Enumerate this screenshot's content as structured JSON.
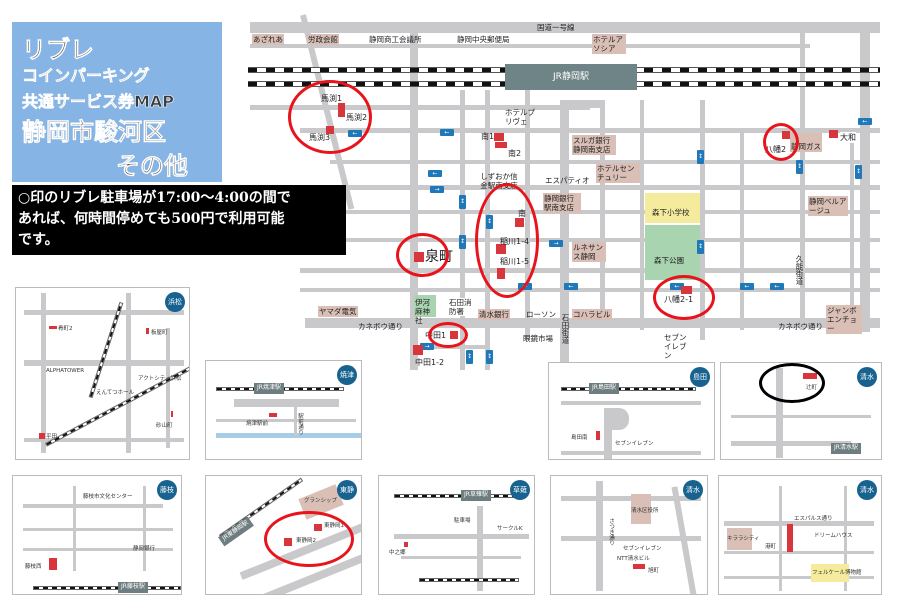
{
  "title": {
    "line1": "リブレ",
    "line2": "コインパーキング",
    "line3": "共通サービス券MAP",
    "line4": "静岡市駿河区",
    "line5": "その他",
    "bg_color": "#86b4e4"
  },
  "notice": {
    "lines": [
      "○印のリブレ駐車場が17:00～4:00の間で",
      "あれば、何時間停めても500円で利用可能",
      "です。"
    ]
  },
  "main_map": {
    "station": "JR静岡駅",
    "roads": {
      "route1": "国道一号線",
      "kanebo_w": "カネボウ通り",
      "kanebo_e": "カネボウ通り",
      "kuno": "久能街道",
      "ishida": "石田街道"
    },
    "landmarks": {
      "azarea": "あざれあ",
      "rosei": "労政会館",
      "shoko": "静岡商工会議所",
      "yubin": "静岡中央郵便局",
      "associa": "ホテルアソシア",
      "prive": "ホテルプリヴェ",
      "suruga": "スルガ銀行静岡南支店",
      "century": "ホテルセンチュリー",
      "espatio": "エスパティオ",
      "shinkin": "しずおか信金駅南支店",
      "shizugin": "静岡銀行駅南支店",
      "morishita_school": "森下小学校",
      "shizuoka_gas": "静岡ガス",
      "belage": "静岡ベルアージュ",
      "morishita_park": "森下公園",
      "renaissance": "ルネサンス静岡",
      "ikawama": "伊河麻神社",
      "shobo": "石田消防署",
      "shimizu_bank": "清水銀行",
      "lawson": "ローソン",
      "kohara": "コハラビル",
      "yamada": "ヤマダ電気",
      "jumbo": "ジャンボエンチョー",
      "megane": "眼鏡市場",
      "seven": "セブンイレブン"
    },
    "parking": {
      "mabuchi1": "馬渕1",
      "mabuchi2": "馬渕2",
      "mabuchi3": "馬渕3",
      "minami1": "南1",
      "minami2": "南2",
      "minami": "南",
      "inagawa14": "稲川1-4",
      "inagawa15": "稲川1-5",
      "izumicho": "泉町",
      "yawata2": "八幡2",
      "yamato": "大和",
      "yawata21": "八幡2-1",
      "nakata1": "中田1",
      "nakata12": "中田1-2"
    },
    "parking_color": "#d9353d",
    "circle_color": "#e8141c"
  },
  "insets": [
    {
      "badge": "浜松",
      "labels": [
        "肴町2",
        "板屋町",
        "ALPHATOWER",
        "アクトシティ浜松",
        "えんてつホール",
        "砂山町",
        "平田"
      ]
    },
    {
      "badge": "焼津",
      "station": "JR焼津駅",
      "labels": [
        "焼津駅前",
        "駅前通り"
      ]
    },
    {
      "badge": "島田",
      "station": "JR島田駅",
      "labels": [
        "島田南",
        "セブンイレブン"
      ]
    },
    {
      "badge": "清水",
      "station": "JR清水駅",
      "labels": [
        "辻町"
      ]
    },
    {
      "badge": "藤枝",
      "station": "JR藤枝駅",
      "labels": [
        "藤枝市文化センター",
        "静岡銀行",
        "藤枝西"
      ]
    },
    {
      "badge": "東静岡",
      "station": "JR東静岡駅",
      "labels": [
        "グランシップ",
        "東静岡1",
        "東静岡2"
      ]
    },
    {
      "badge": "草薙",
      "station": "JR草薙駅",
      "labels": [
        "駐車場",
        "サークルK",
        "中之郷"
      ]
    },
    {
      "badge": "清水",
      "labels": [
        "清水区役所",
        "さつき通り",
        "セブンイレブン",
        "NTT清水ビル",
        "旭町"
      ]
    },
    {
      "badge": "清水",
      "labels": [
        "エスパルス通り",
        "キララシティ",
        "港町",
        "ドリームハウス",
        "フェルケール博物館"
      ]
    }
  ]
}
